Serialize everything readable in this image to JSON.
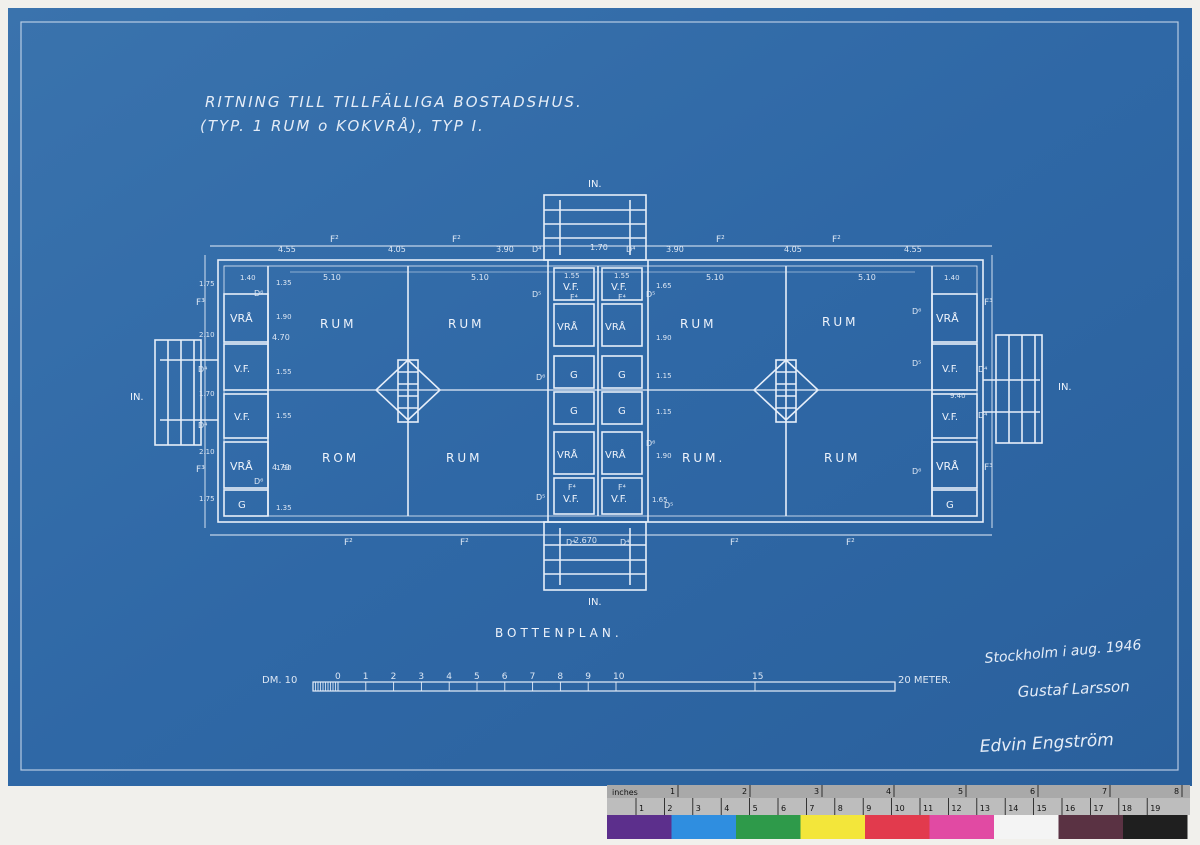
{
  "title": {
    "line1": "RITNING TILL TILLFÄLLIGA BOSTADSHUS.",
    "line2": "(TYP. 1 RUM o KOKVRÅ), TYP I."
  },
  "plan_title": "BOTTENPLAN.",
  "entrances": {
    "top": "IN.",
    "bottom": "IN.",
    "left": "IN.",
    "right": "IN."
  },
  "rooms": {
    "top": [
      "RUM",
      "RUM",
      "RUM",
      "RUM"
    ],
    "bottom": [
      "ROM",
      "RUM",
      "RUM.",
      "RUM"
    ],
    "left": [
      "VRÅ",
      "V.F.",
      "V.F.",
      "VRÅ",
      "G"
    ],
    "right": [
      "VRÅ",
      "V.F.",
      "V.F.",
      "VRÅ",
      "G"
    ],
    "center_left": [
      "V.F.",
      "VRÅ",
      "G",
      "G",
      "VRÅ",
      "V.F."
    ],
    "center_right": [
      "V.F.",
      "VRÅ",
      "G",
      "G",
      "VRÅ",
      "V.F."
    ]
  },
  "dimensions": {
    "top": [
      "4.55",
      "4.05",
      "3.90",
      "1.70",
      "3.90",
      "4.05",
      "4.55"
    ],
    "inner": [
      "5.10",
      "5.10",
      "5.10",
      "5.10"
    ],
    "side": [
      "1.75",
      "2.10",
      "1.70",
      "2.10",
      "1.75"
    ],
    "heights": [
      "4.70",
      "4.70"
    ],
    "small": [
      "1.40",
      "1.35",
      "1.90",
      "1.55",
      "1.55",
      "1.90",
      "1.35",
      "1.55",
      "1.55",
      "1.65",
      "1.90",
      "1.15",
      "1.15",
      "1.90",
      "1.65",
      "1.40",
      "9.40"
    ],
    "bottom_mid": "2.670"
  },
  "marks": {
    "window": "F²",
    "window_side": "F³",
    "window_small": "F⁴",
    "door4": "D⁴",
    "door5": "D⁵",
    "door6": "D⁶"
  },
  "scale": {
    "prefix": "DM. 10",
    "ticks": [
      "0",
      "1",
      "2",
      "3",
      "4",
      "5",
      "6",
      "7",
      "8",
      "9",
      "10",
      "15"
    ],
    "end": "20 METER."
  },
  "signatures": {
    "place_date": "Stockholm i aug. 1946",
    "sig1": "Gustaf Larsson",
    "sig2": "Edvin Engström"
  },
  "ruler": {
    "unit_label": "inches",
    "inch_ticks": [
      "1",
      "2",
      "3",
      "4",
      "5",
      "6",
      "7",
      "8"
    ],
    "cm_ticks": [
      "1",
      "2",
      "3",
      "4",
      "5",
      "6",
      "7",
      "8",
      "9",
      "10",
      "11",
      "12",
      "13",
      "14",
      "15",
      "16",
      "17",
      "18",
      "19"
    ]
  },
  "colors": {
    "paper": "#2f6aa8",
    "line": "#e6eef9",
    "swatches": [
      "#5c2f8c",
      "#2f8ee0",
      "#2e9a4a",
      "#f3e63a",
      "#e23a4d",
      "#e14aa3",
      "#f4f4f4",
      "#5a3243",
      "#1f1f1f"
    ]
  }
}
